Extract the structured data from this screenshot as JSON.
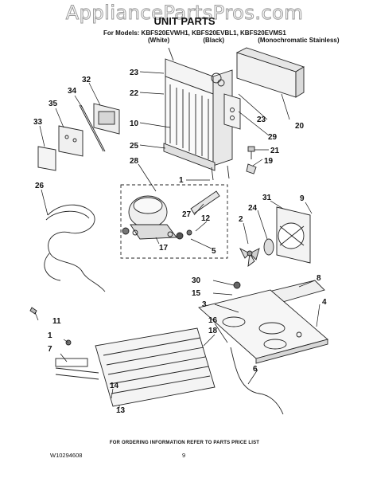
{
  "header": {
    "watermark": "AppliancePartsPros.com",
    "title": "UNIT PARTS",
    "models_line": "For Models: KBFS20EVWH1, KBFS20EVBL1, KBFS20EVMS1",
    "variants": [
      "(White)",
      "(Black)",
      "(Monochromatic Stainless)"
    ]
  },
  "callouts": [
    {
      "id": "23a",
      "label": "23"
    },
    {
      "id": "22",
      "label": "22"
    },
    {
      "id": "10",
      "label": "10"
    },
    {
      "id": "25",
      "label": "25"
    },
    {
      "id": "28",
      "label": "28"
    },
    {
      "id": "1a",
      "label": "1"
    },
    {
      "id": "32",
      "label": "32"
    },
    {
      "id": "34",
      "label": "34"
    },
    {
      "id": "35",
      "label": "35"
    },
    {
      "id": "33",
      "label": "33"
    },
    {
      "id": "26",
      "label": "26"
    },
    {
      "id": "20",
      "label": "20"
    },
    {
      "id": "29",
      "label": "29"
    },
    {
      "id": "23b",
      "label": "23"
    },
    {
      "id": "21",
      "label": "21"
    },
    {
      "id": "19",
      "label": "19"
    },
    {
      "id": "31",
      "label": "31"
    },
    {
      "id": "9",
      "label": "9"
    },
    {
      "id": "27",
      "label": "27"
    },
    {
      "id": "12",
      "label": "12"
    },
    {
      "id": "17",
      "label": "17"
    },
    {
      "id": "5",
      "label": "5"
    },
    {
      "id": "2",
      "label": "2"
    },
    {
      "id": "24",
      "label": "24"
    },
    {
      "id": "30",
      "label": "30"
    },
    {
      "id": "8",
      "label": "8"
    },
    {
      "id": "15",
      "label": "15"
    },
    {
      "id": "3",
      "label": "3"
    },
    {
      "id": "4",
      "label": "4"
    },
    {
      "id": "11",
      "label": "11"
    },
    {
      "id": "16",
      "label": "16"
    },
    {
      "id": "18",
      "label": "18"
    },
    {
      "id": "1b",
      "label": "1"
    },
    {
      "id": "7",
      "label": "7"
    },
    {
      "id": "6",
      "label": "6"
    },
    {
      "id": "14",
      "label": "14"
    },
    {
      "id": "13",
      "label": "13"
    }
  ],
  "footer": {
    "note": "FOR ORDERING INFORMATION REFER TO PARTS PRICE LIST",
    "doc_id": "W10294608",
    "page": "9"
  }
}
